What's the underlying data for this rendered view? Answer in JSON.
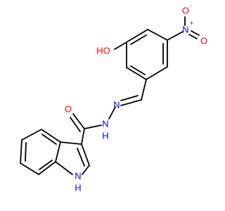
{
  "molecule": {
    "colors": {
      "bond": "#000000",
      "O": "#ff0000",
      "N": "#0000ff",
      "background": "#ffffff"
    },
    "labels": {
      "oh": "HO",
      "nitro_n": "N",
      "nitro_plus": "+",
      "nitro_o_top": "O",
      "nitro_o_minus_sign": "-",
      "nitro_o_right": "O",
      "hydrazone_n1": "N",
      "hydrazone_nh": "N",
      "hydrazone_nh_h": "H",
      "carbonyl_o": "O",
      "indole_nh": "N",
      "indole_nh_h": "H"
    }
  }
}
